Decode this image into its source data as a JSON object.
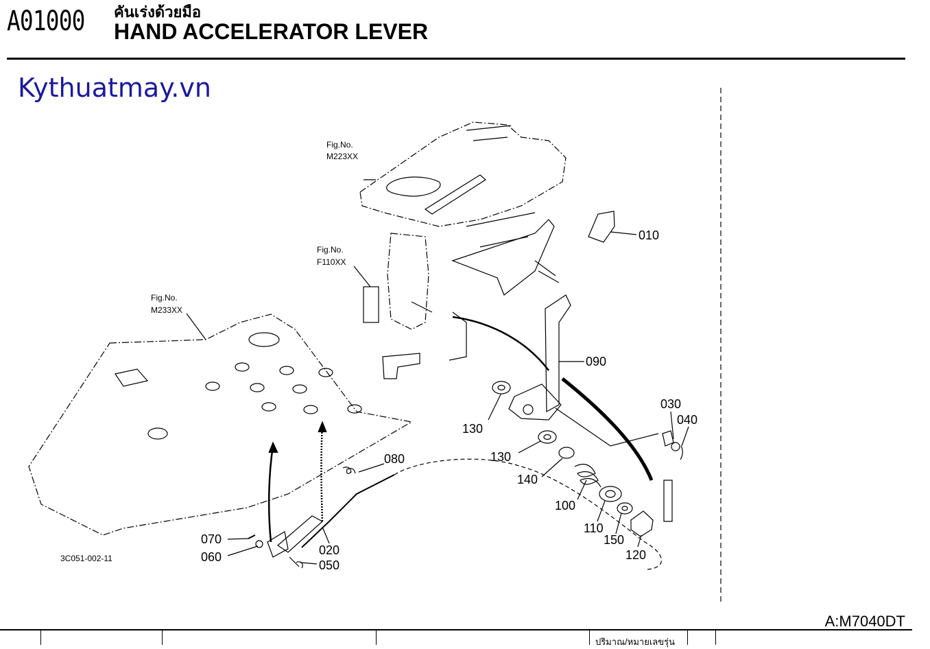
{
  "header": {
    "code": "A01000",
    "thai_title": "คันเร่งด้วยมือ",
    "title": "HAND ACCELERATOR LEVER"
  },
  "watermark": "Kythuatmay.vn",
  "model": "A:M7040DT",
  "drawing_number": "3C051-002-11",
  "footer_text": "ปริมาณ/หมายเลขรุ่น",
  "figure_refs": [
    {
      "fig": "Fig.No.",
      "no": "M223XX"
    },
    {
      "fig": "Fig.No.",
      "no": "F110XX"
    },
    {
      "fig": "Fig.No.",
      "no": "M233XX"
    }
  ],
  "part_labels": [
    "010",
    "090",
    "030",
    "040",
    "130",
    "130",
    "140",
    "100",
    "110",
    "150",
    "120",
    "080",
    "070",
    "060",
    "020",
    "050"
  ],
  "colors": {
    "ink": "#000000",
    "watermark": "#1a1a9a"
  }
}
